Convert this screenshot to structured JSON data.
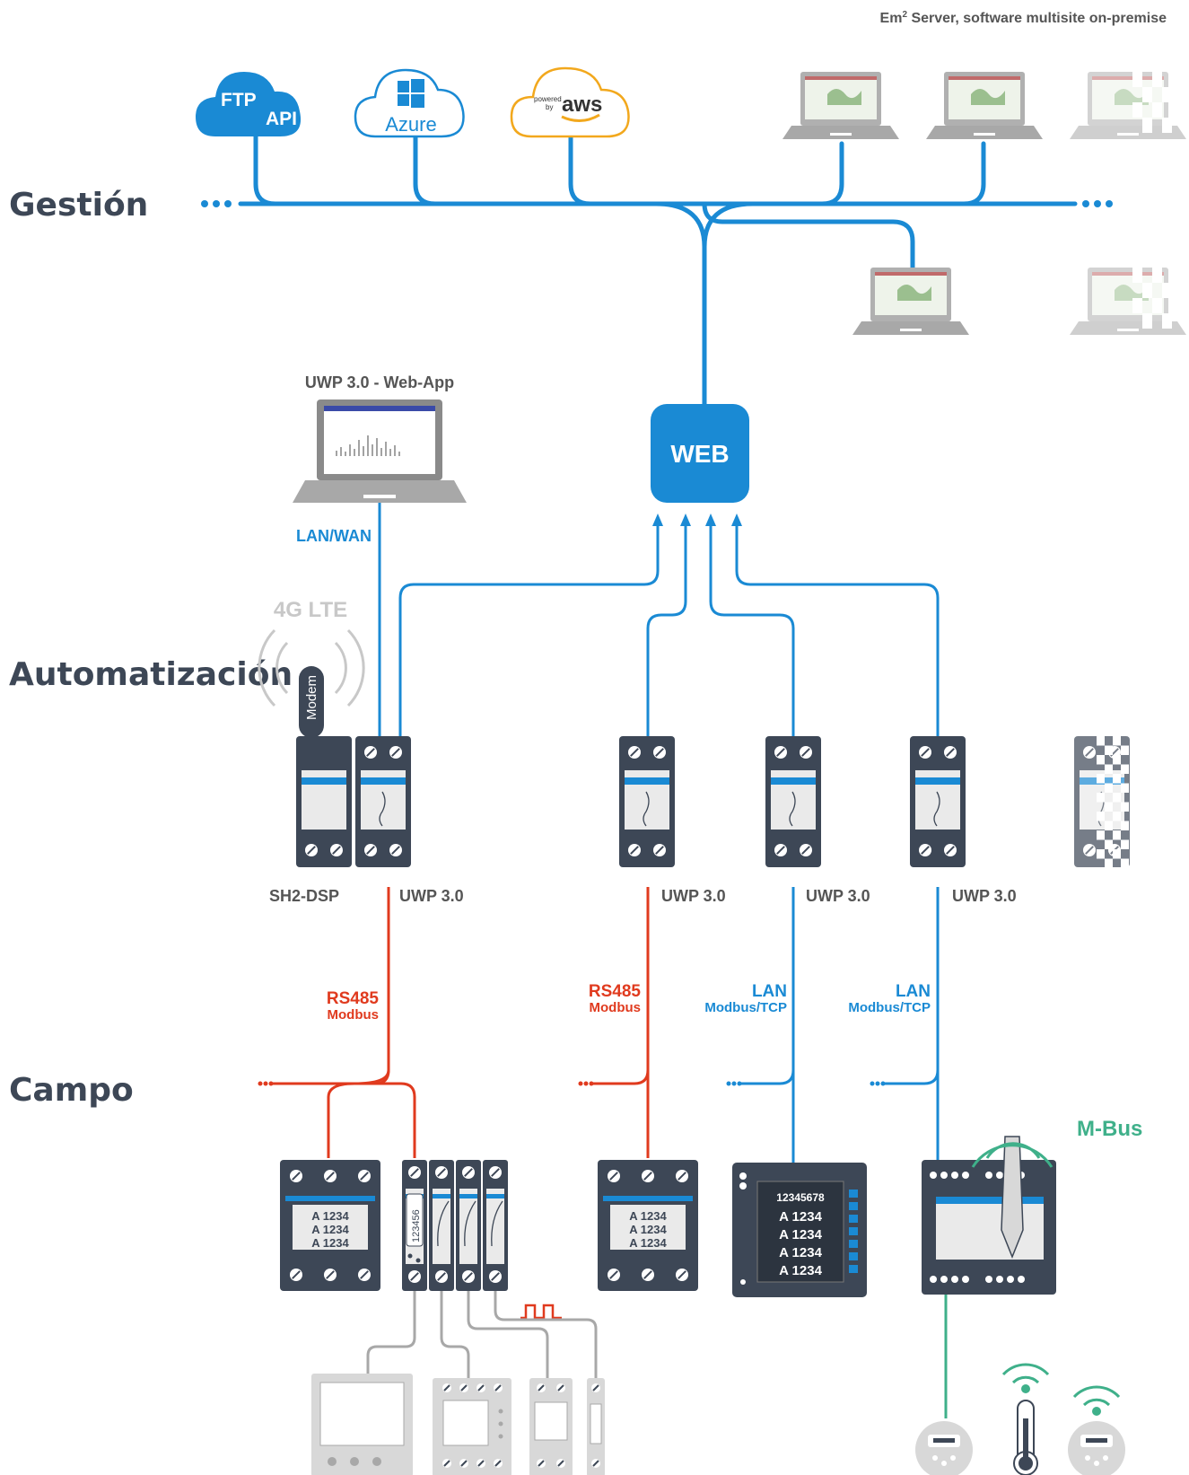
{
  "header": {
    "title_prefix": "Em",
    "title_sup": "2",
    "title_suffix": " Server, software multisite on-premise"
  },
  "sections": {
    "gestion": "Gestión",
    "automatizacion": "Automatización",
    "campo": "Campo"
  },
  "cloud": {
    "ftp": "FTP",
    "api": "API",
    "azure": "Azure",
    "aws_small1": "powered",
    "aws_small2": "by",
    "aws": "aws"
  },
  "web": {
    "label": "WEB"
  },
  "webapp": {
    "title": "UWP 3.0 - Web-App",
    "link": "LAN/WAN"
  },
  "lte": {
    "label": "4G LTE",
    "modem": "Modem"
  },
  "devices": {
    "sh2": "SH2-DSP",
    "uwp": "UWP 3.0"
  },
  "links": {
    "rs485": "RS485",
    "modbus": "Modbus",
    "lan": "LAN",
    "modbus_tcp": "Modbus/TCP",
    "mbus": "M-Bus"
  },
  "meters": {
    "line": "A 1234",
    "serial": "123456",
    "panel_header": "12345678"
  },
  "colors": {
    "blue": "#1a8ad4",
    "red": "#e03a1e",
    "green": "#3fb08a",
    "dark": "#3d4756",
    "gray": "#a8a8a8"
  }
}
